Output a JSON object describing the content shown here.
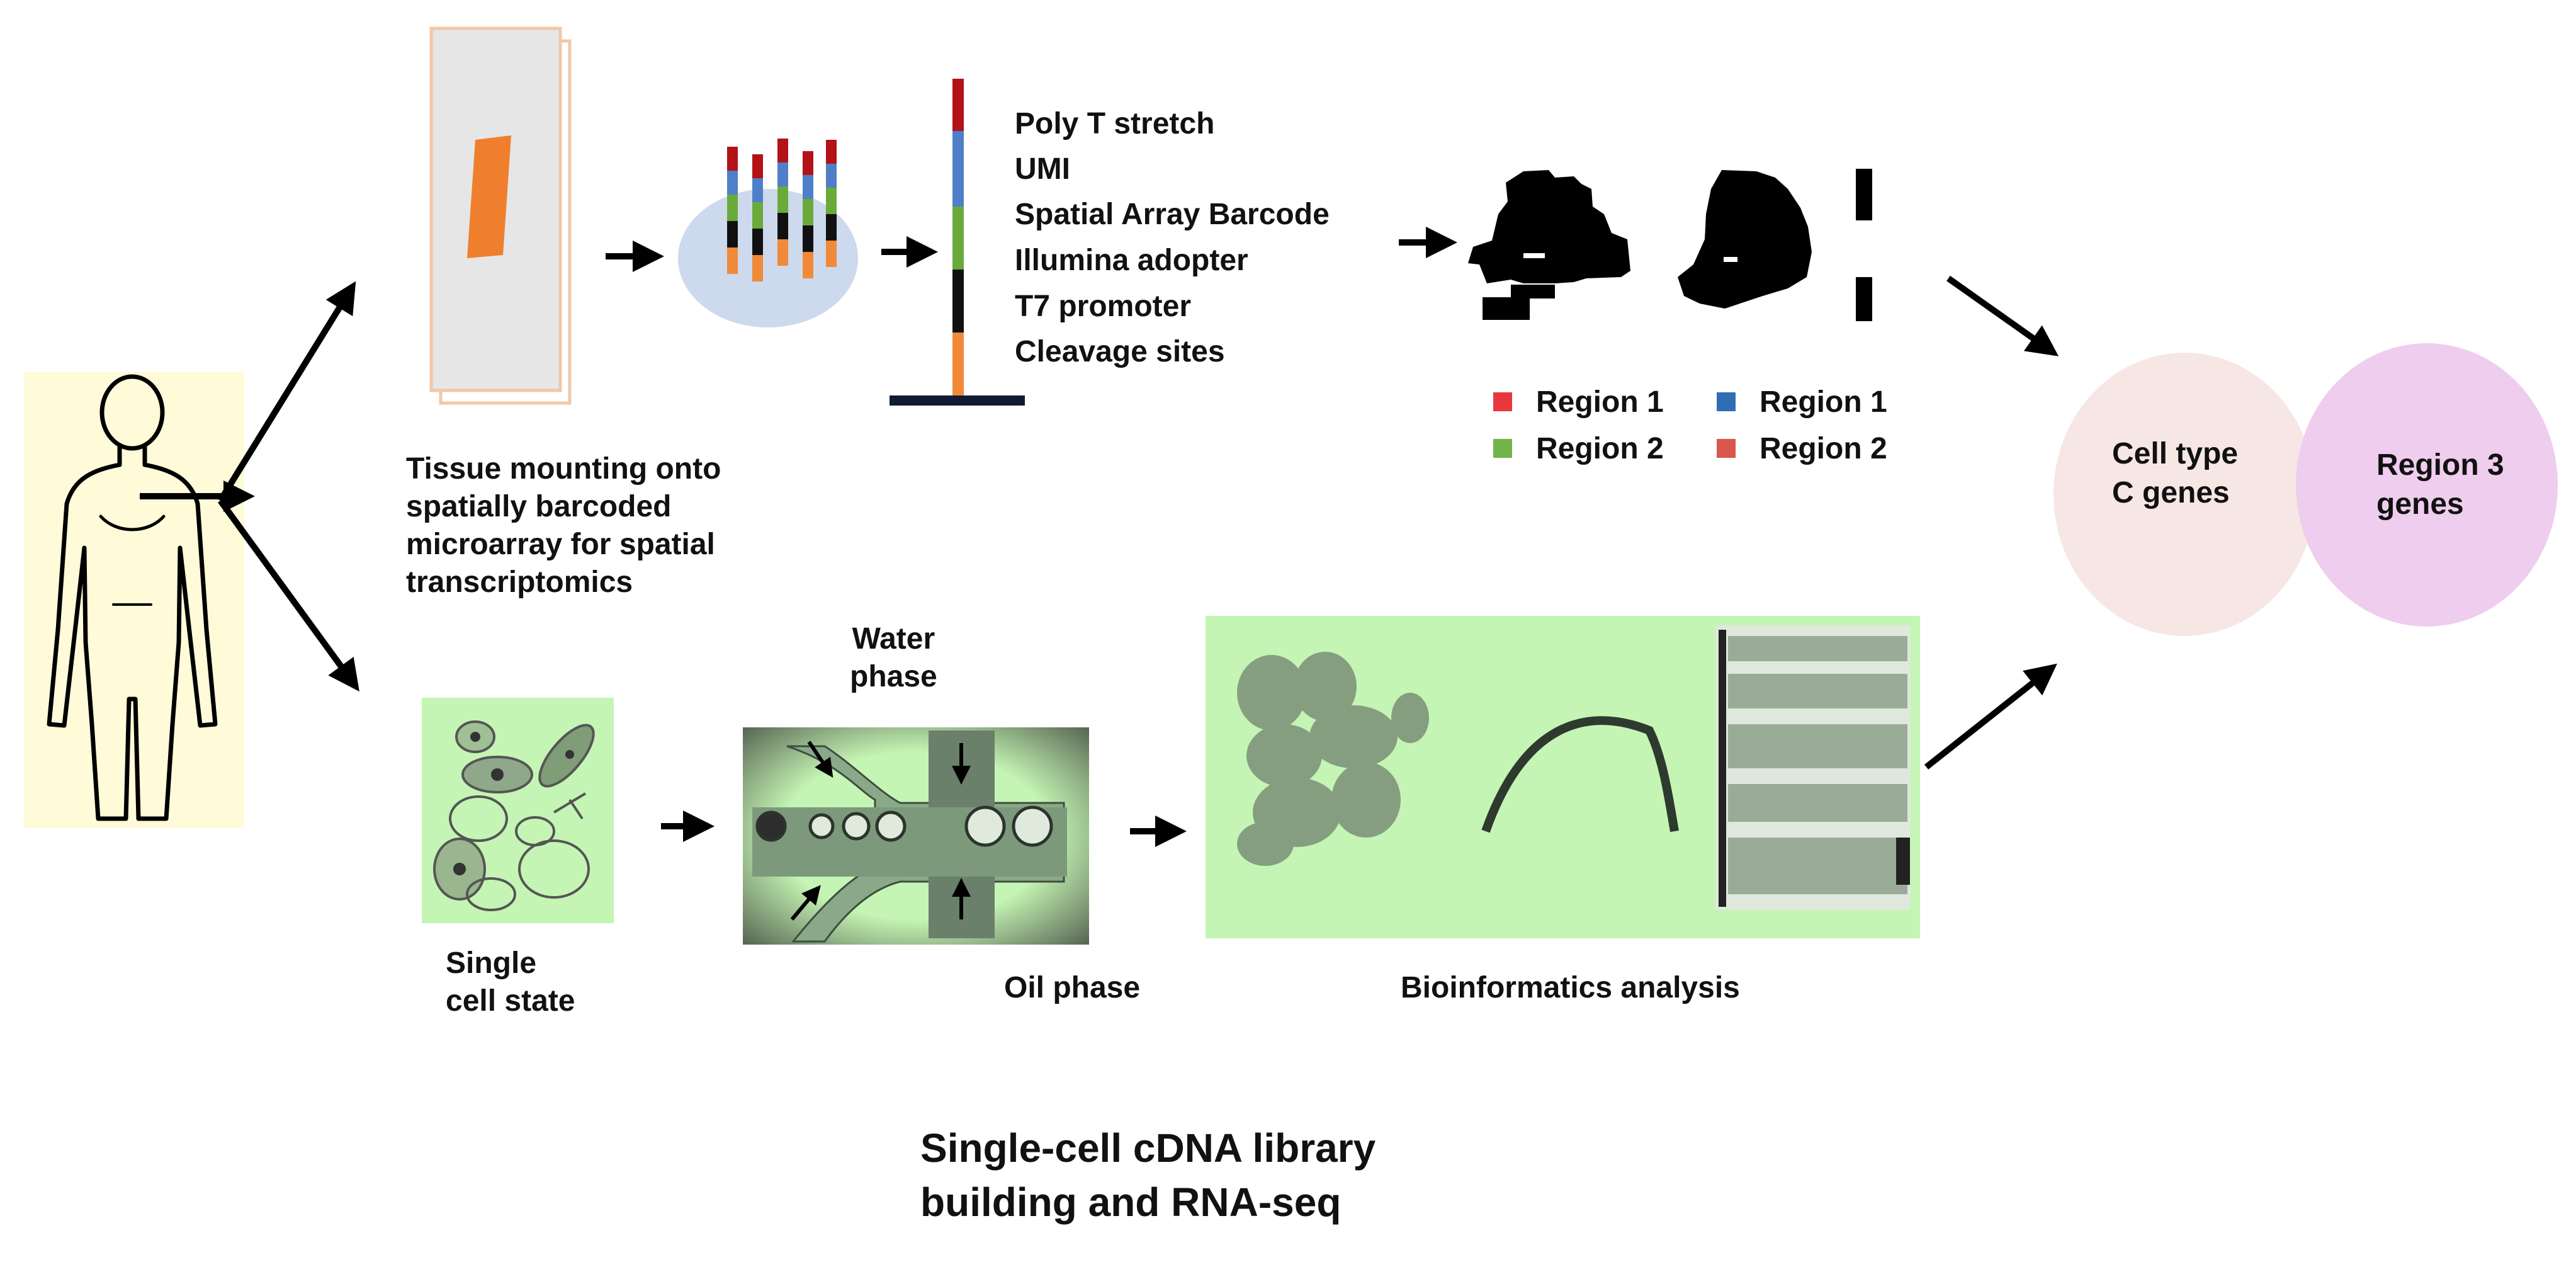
{
  "colors": {
    "poly_t": "#b31217",
    "umi": "#4f7fc8",
    "spatial_barcode": "#6aaa3a",
    "illumina": "#111111",
    "t7": "#111111",
    "cleavage": "#f08a3a",
    "legend_region1_a": "#e8373d",
    "legend_region2_a": "#72b34a",
    "legend_region1_b": "#2f6db5",
    "legend_region2_b": "#d9574a",
    "panel_green": "#c5f5b4",
    "body_panel": "#fffbd8",
    "cell_type_circle": "#f7e7e4",
    "region3_circle": "#efcdee"
  },
  "probe_labels": [
    "Poly T stretch",
    "UMI",
    "Spatial Array Barcode",
    "Illumina adopter",
    "T7 promoter",
    "Cleavage sites"
  ],
  "legend": [
    {
      "label": "Region 1"
    },
    {
      "label": "Region 1"
    },
    {
      "label": "Region 2"
    },
    {
      "label": "Region 2"
    }
  ],
  "captions": {
    "tissue_mounting": "Tissue mounting onto\nspatially barcoded\nmicroarray for spatial\ntranscriptomics",
    "single_cell": "Single\ncell state",
    "water_phase": "Water\nphase",
    "oil_phase": "Oil phase",
    "bioinformatics": "Bioinformatics analysis",
    "library": "Single-cell cDNA library\nbuilding and RNA-seq"
  },
  "venn": {
    "left": "Cell type\nC genes",
    "right": "Region 3\ngenes"
  },
  "icons": [
    "human-figure-icon",
    "tissue-slide-icon",
    "barcode-array-icon",
    "probe-strand-icon",
    "cells-icon",
    "microfluidic-chip-icon"
  ]
}
